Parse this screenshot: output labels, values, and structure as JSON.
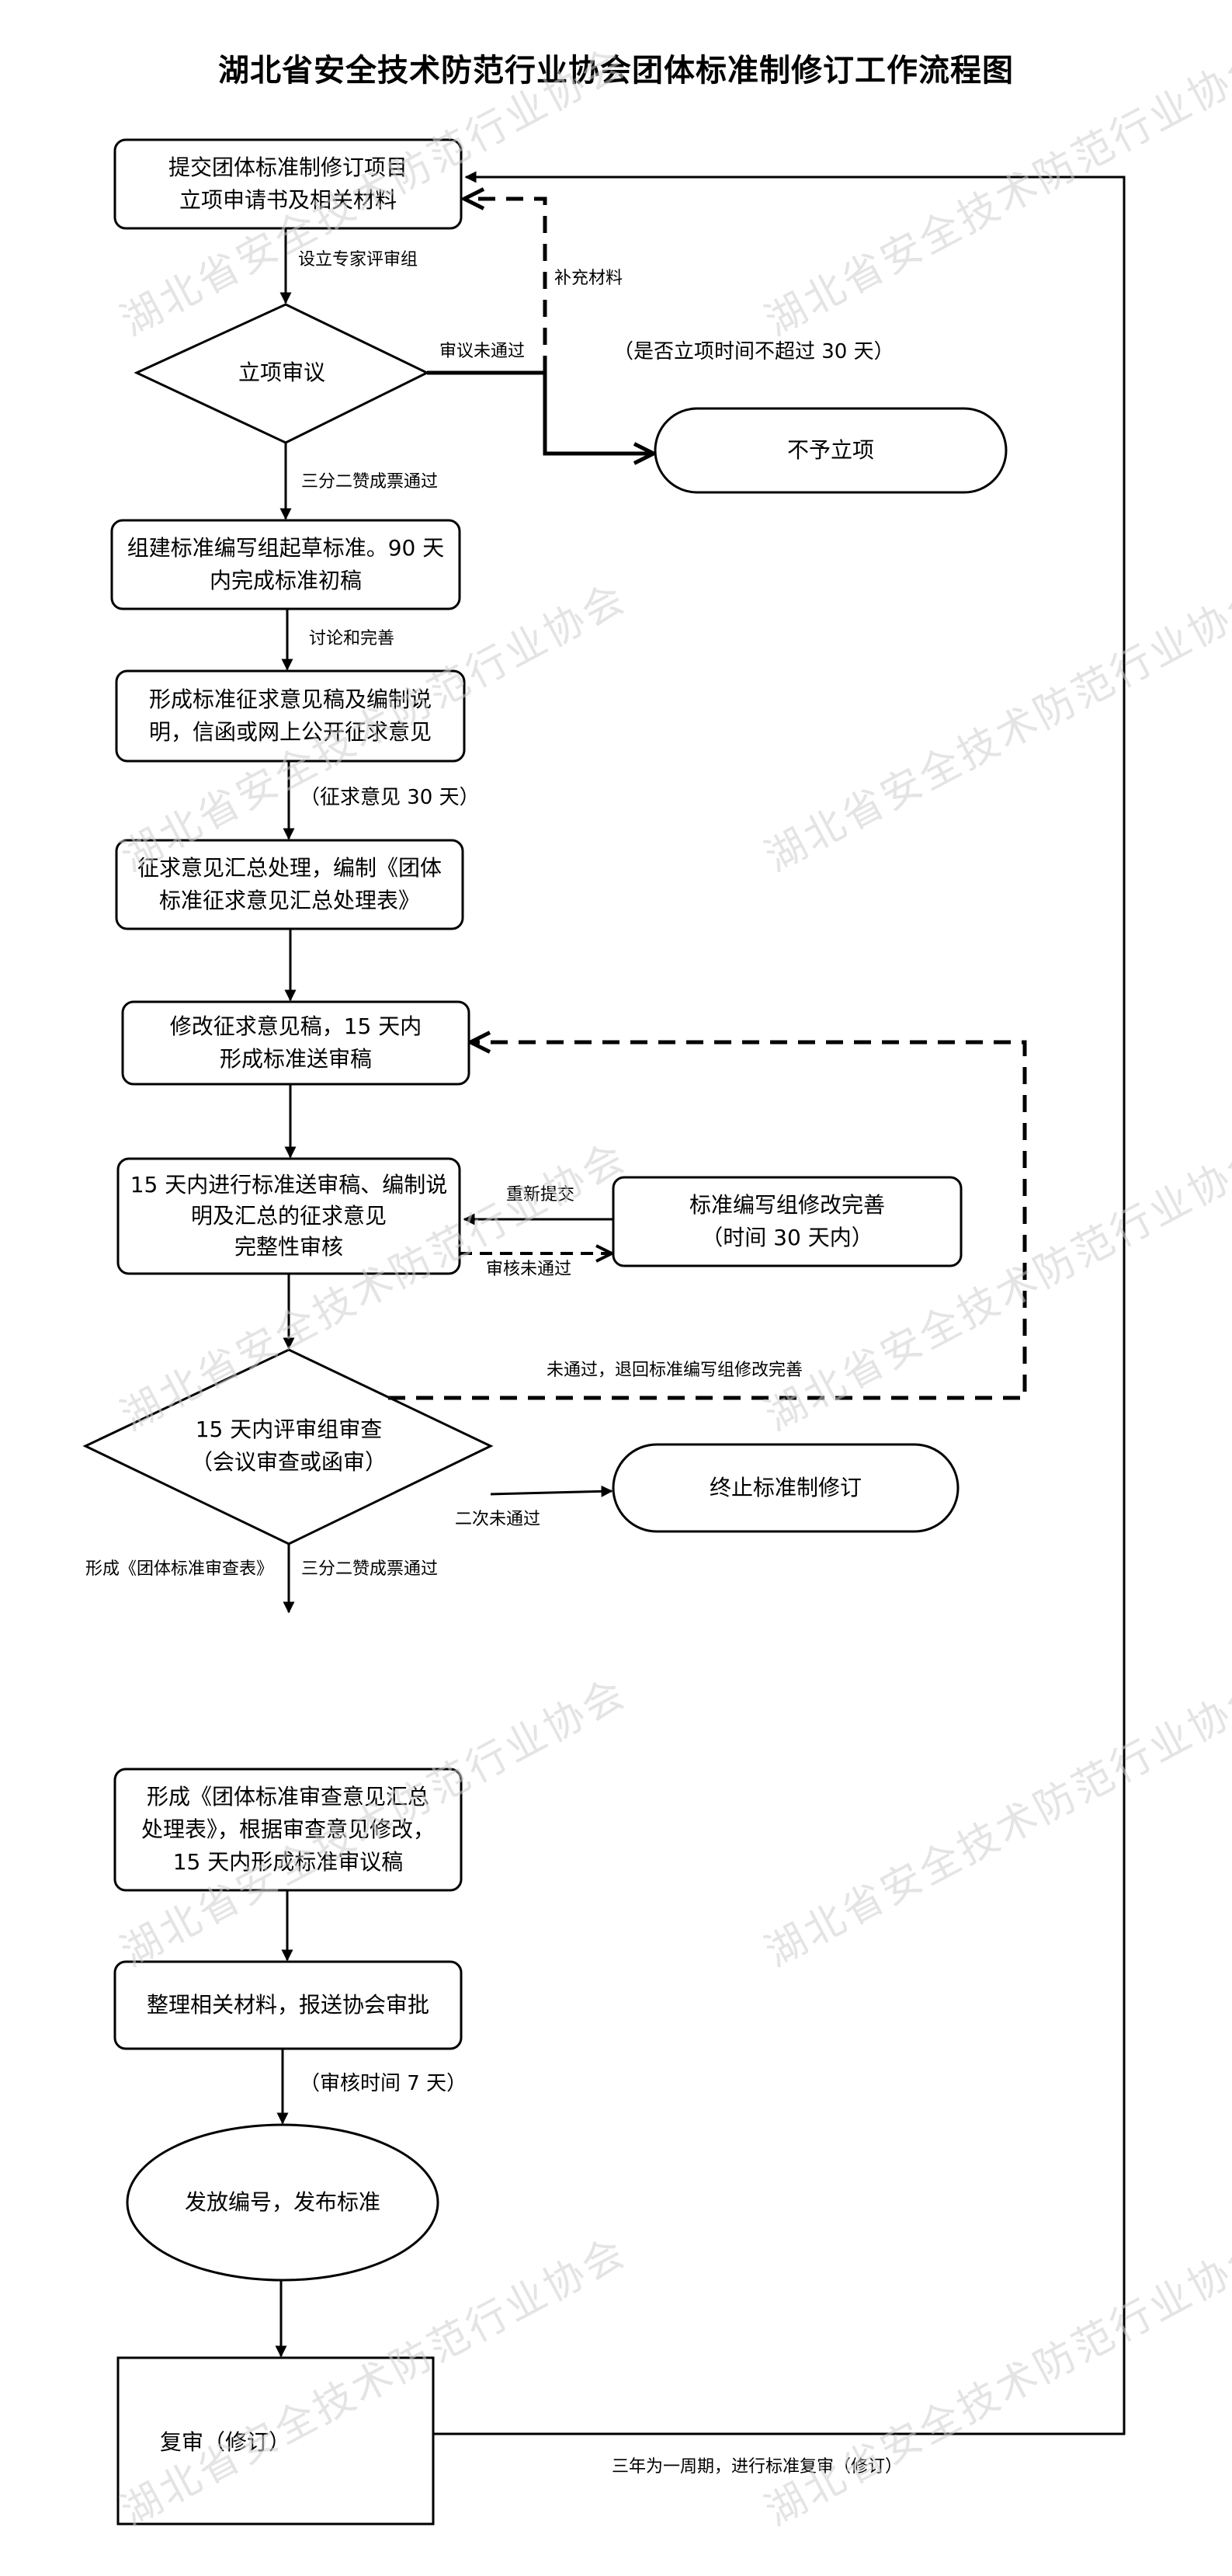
{
  "title": "湖北省安全技术防范行业协会团体标准制修订工作流程图",
  "watermark": "湖北省安全技术防范行业协会",
  "nodes": {
    "submit": "提交团体标准制修订项目\n立项申请书及相关材料",
    "review": "立项审议",
    "reject": "不予立项",
    "draft": "组建标准编写组起草标准。90 天\n内完成标准初稿",
    "consult": "形成标准征求意见稿及编制说\n明，信函或网上公开征求意见",
    "summary": "征求意见汇总处理，编制《团体\n标准征求意见汇总处理表》",
    "revise": "修改征求意见稿，15 天内\n形成标准送审稿",
    "submit_review": "15 天内进行标准送审稿、编制说\n明及汇总的征求意见\n完整性审核",
    "group_fix": "标准编写组修改完善\n（时间 30 天内）",
    "expert_review": "15 天内评审组审查\n（会议审查或函审）",
    "terminate": "终止标准制修订",
    "final_table": "形成《团体标准审查意见汇总\n处理表》，根据审查意见修改，\n15 天内形成标准审议稿",
    "organize": "整理相关材料，报送协会审批",
    "publish": "发放编号，发布标准",
    "recheck": "复审（修订）"
  },
  "labels": {
    "setup_panel": "设立专家评审组",
    "supplement": "补充材料",
    "not_passed": "审议未通过",
    "time_limit": "（是否立项时间不超过 30 天）",
    "two_thirds_1": "三分二赞成票通过",
    "discuss": "讨论和完善",
    "consult_30": "（征求意见 30 天）",
    "resubmit": "重新提交",
    "audit_fail": "审核未通过",
    "return_fix": "未通过，退回标准编写组修改完善",
    "second_fail": "二次未通过",
    "form_table": "形成《团体标准审查表》",
    "two_thirds_2": "三分二赞成票通过",
    "audit_7": "（审核时间 7 天）",
    "cycle": "三年为一周期，进行标准复审（修订）"
  }
}
